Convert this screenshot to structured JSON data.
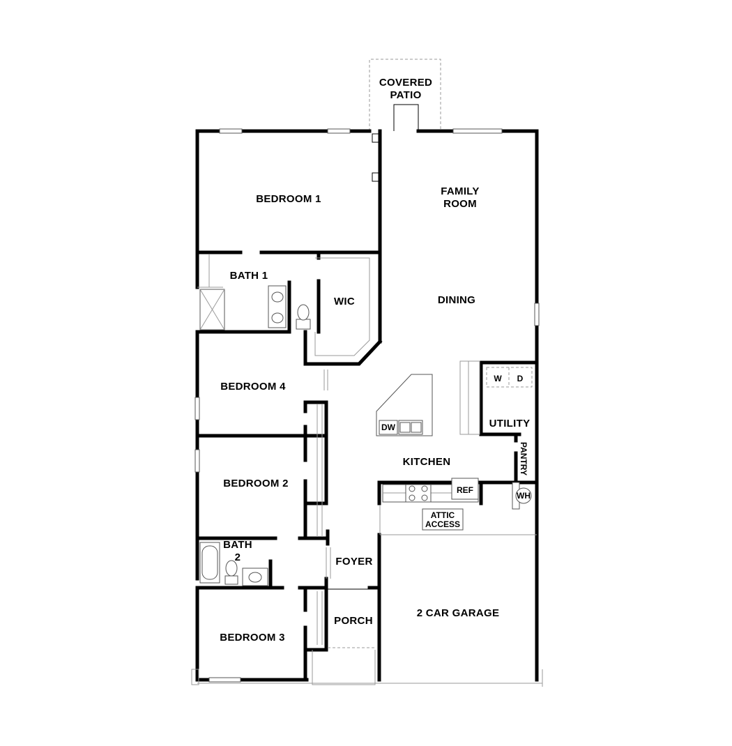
{
  "rooms": {
    "covered_patio_line1": "COVERED",
    "covered_patio_line2": "PATIO",
    "family_room_line1": "FAMILY",
    "family_room_line2": "ROOM",
    "bedroom1": "BEDROOM 1",
    "bath1": "BATH 1",
    "wic": "WIC",
    "dining": "DINING",
    "bedroom4": "BEDROOM 4",
    "utility": "UTILITY",
    "washer": "W",
    "dryer": "D",
    "dishwasher": "DW",
    "kitchen": "KITCHEN",
    "pantry": "PANTRY",
    "bedroom2": "BEDROOM 2",
    "refrigerator": "REF",
    "water_heater": "WH",
    "attic_access_line1": "ATTIC",
    "attic_access_line2": "ACCESS",
    "bath2_line1": "BATH",
    "bath2_line2": "2",
    "foyer": "FOYER",
    "porch": "PORCH",
    "garage": "2 CAR GARAGE",
    "bedroom3": "BEDROOM 3"
  }
}
